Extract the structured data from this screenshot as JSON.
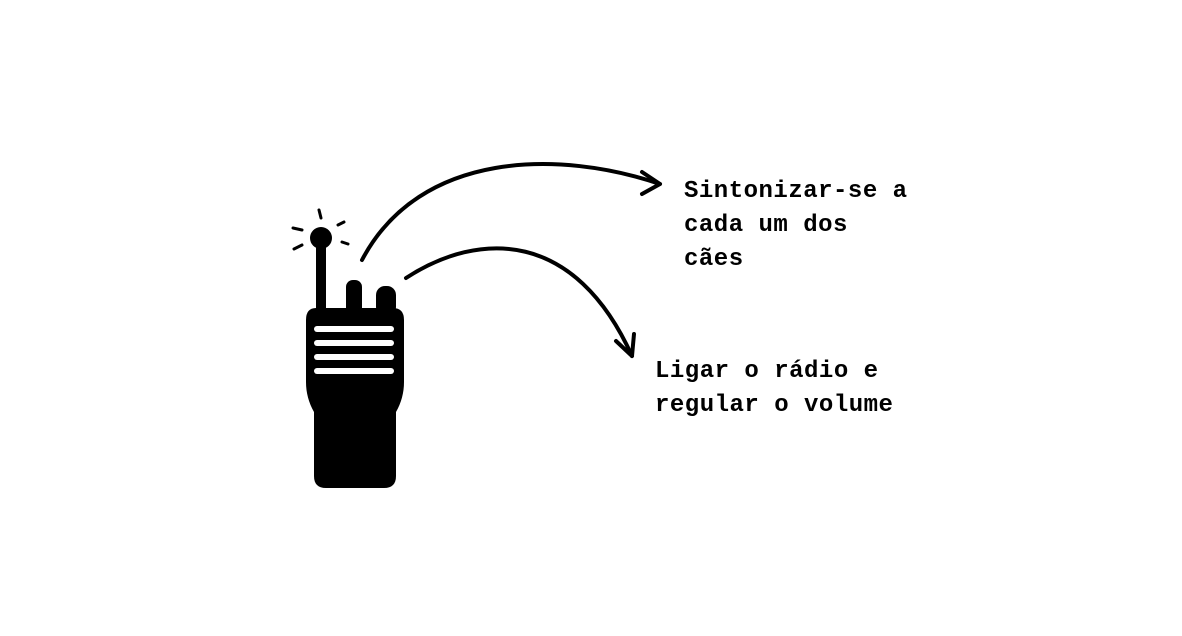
{
  "colors": {
    "ink": "#000000",
    "background": "#ffffff"
  },
  "icons": {
    "radio": "walkie-talkie-icon"
  },
  "annotations": [
    {
      "id": "tune",
      "lines": [
        "Sintonizar-se a",
        "cada um dos",
        "cães"
      ]
    },
    {
      "id": "power",
      "lines": [
        "Ligar o rádio e",
        "regular o volume"
      ]
    }
  ]
}
